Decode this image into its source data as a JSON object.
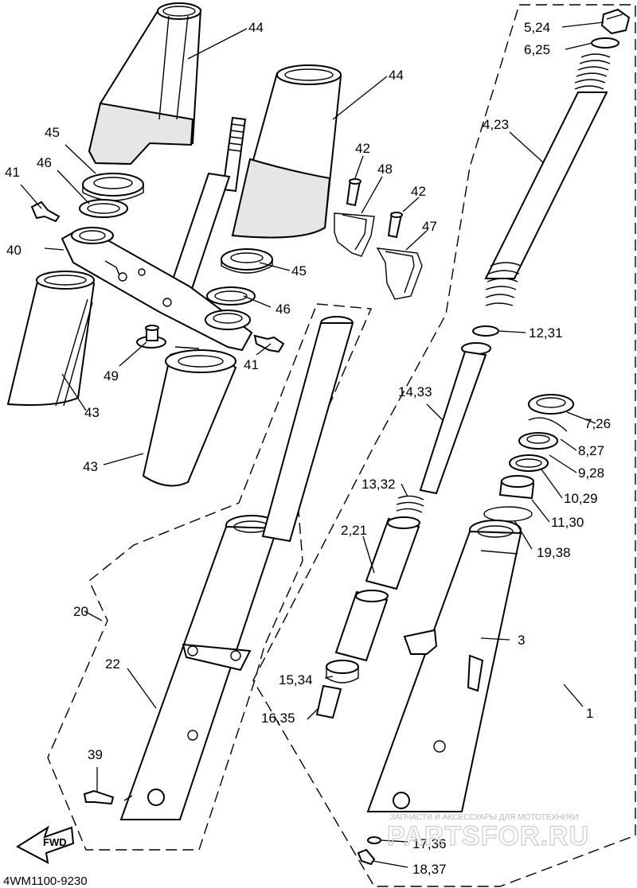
{
  "labels": {
    "l44a": "44",
    "l44b": "44",
    "l45a": "45",
    "l45b": "45",
    "l46a": "46",
    "l46b": "46",
    "l41a": "41",
    "l41b": "41",
    "l40": "40",
    "l42a": "42",
    "l42b": "42",
    "l48": "48",
    "l47": "47",
    "l49": "49",
    "l43a": "43",
    "l43b": "43",
    "l5_24": "5,24",
    "l6_25": "6,25",
    "l4_23": "4,23",
    "l12_31": "12,31",
    "l14_33": "14,33",
    "l7_26": "7,26",
    "l8_27": "8,27",
    "l9_28": "9,28",
    "l10_29": "10,29",
    "l11_30": "11,30",
    "l13_32": "13,32",
    "l2_21": "2,21",
    "l19_38": "19,38",
    "l3": "3",
    "l1": "1",
    "l20": "20",
    "l22": "22",
    "l15_34": "15,34",
    "l16_35": "16,35",
    "l39": "39",
    "l17_36": "17,36",
    "l18_37": "18,37"
  },
  "diagram_code": "4WM1100-9230",
  "fwd_arrow": "FWD",
  "watermark": {
    "line1": "ЗАПЧАСТИ И АКСЕССУАРЫ ДЛЯ МОТОТЕХНИКИ",
    "line2": "PARTSFOR.RU"
  }
}
